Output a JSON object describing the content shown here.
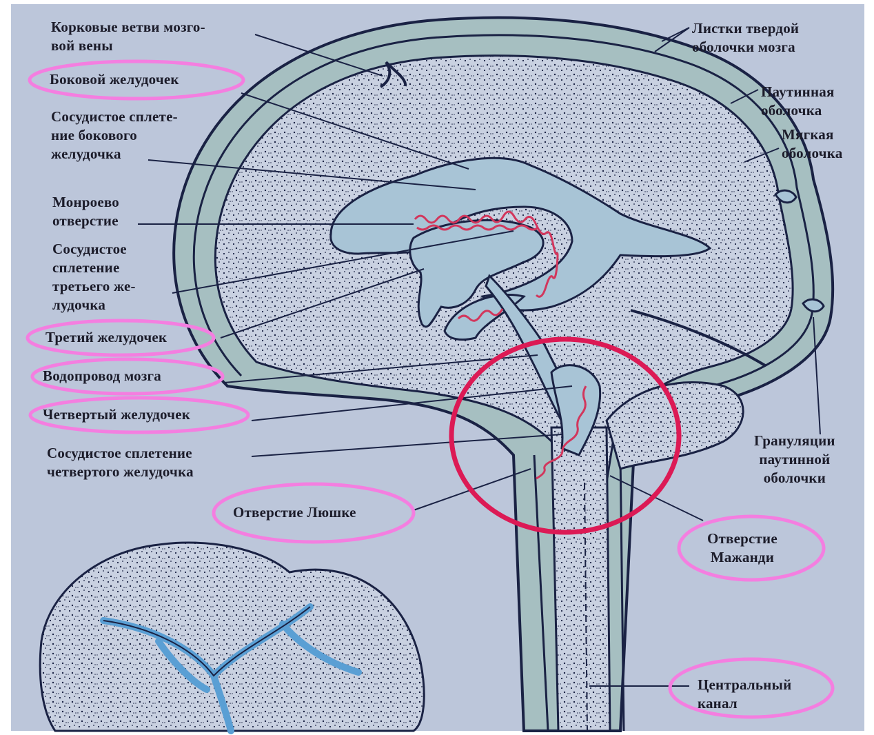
{
  "colors": {
    "background": "#bcc6da",
    "paper": "#c7cfe0",
    "bone_band": "#a6bfc1",
    "ventricle_fill": "#a8c4d6",
    "outline": "#1a2244",
    "choroid_plexus": "#d2365c",
    "highlight_oval": "#f47ee0",
    "highlight_circle": "#dc1a55",
    "csf_channel": "#5a9fd4"
  },
  "labels": {
    "cortical_veins": "Корковые ветви мозго-\nвой вены",
    "dura_layers": "Листки твердой\nоболочки мозга",
    "lateral_ventricle": "Боковой желудочек",
    "arachnoid": "Паутинная\nоболочка",
    "pia_mater": "Мягкая\nоболочка",
    "choroid_lateral": "Сосудистое сплете-\nние бокового\nжелудочка",
    "monro": "Монроево\nотверстие",
    "choroid_third": "Сосудистое\nсплетение\nтретьего же-\nлудочка",
    "third_ventricle": "Третий желудочек",
    "aqueduct": "Водопровод мозга",
    "fourth_ventricle": "Четвертый желудочек",
    "choroid_fourth": "Сосудистое сплетение\nчетвертого желудочка",
    "granulations": "Грануляции\nпаутинной\nоболочки",
    "luschka": "Отверстие Люшке",
    "magendie": "Отверстие\nМажанди",
    "central_canal": "Центральный\nканал"
  }
}
